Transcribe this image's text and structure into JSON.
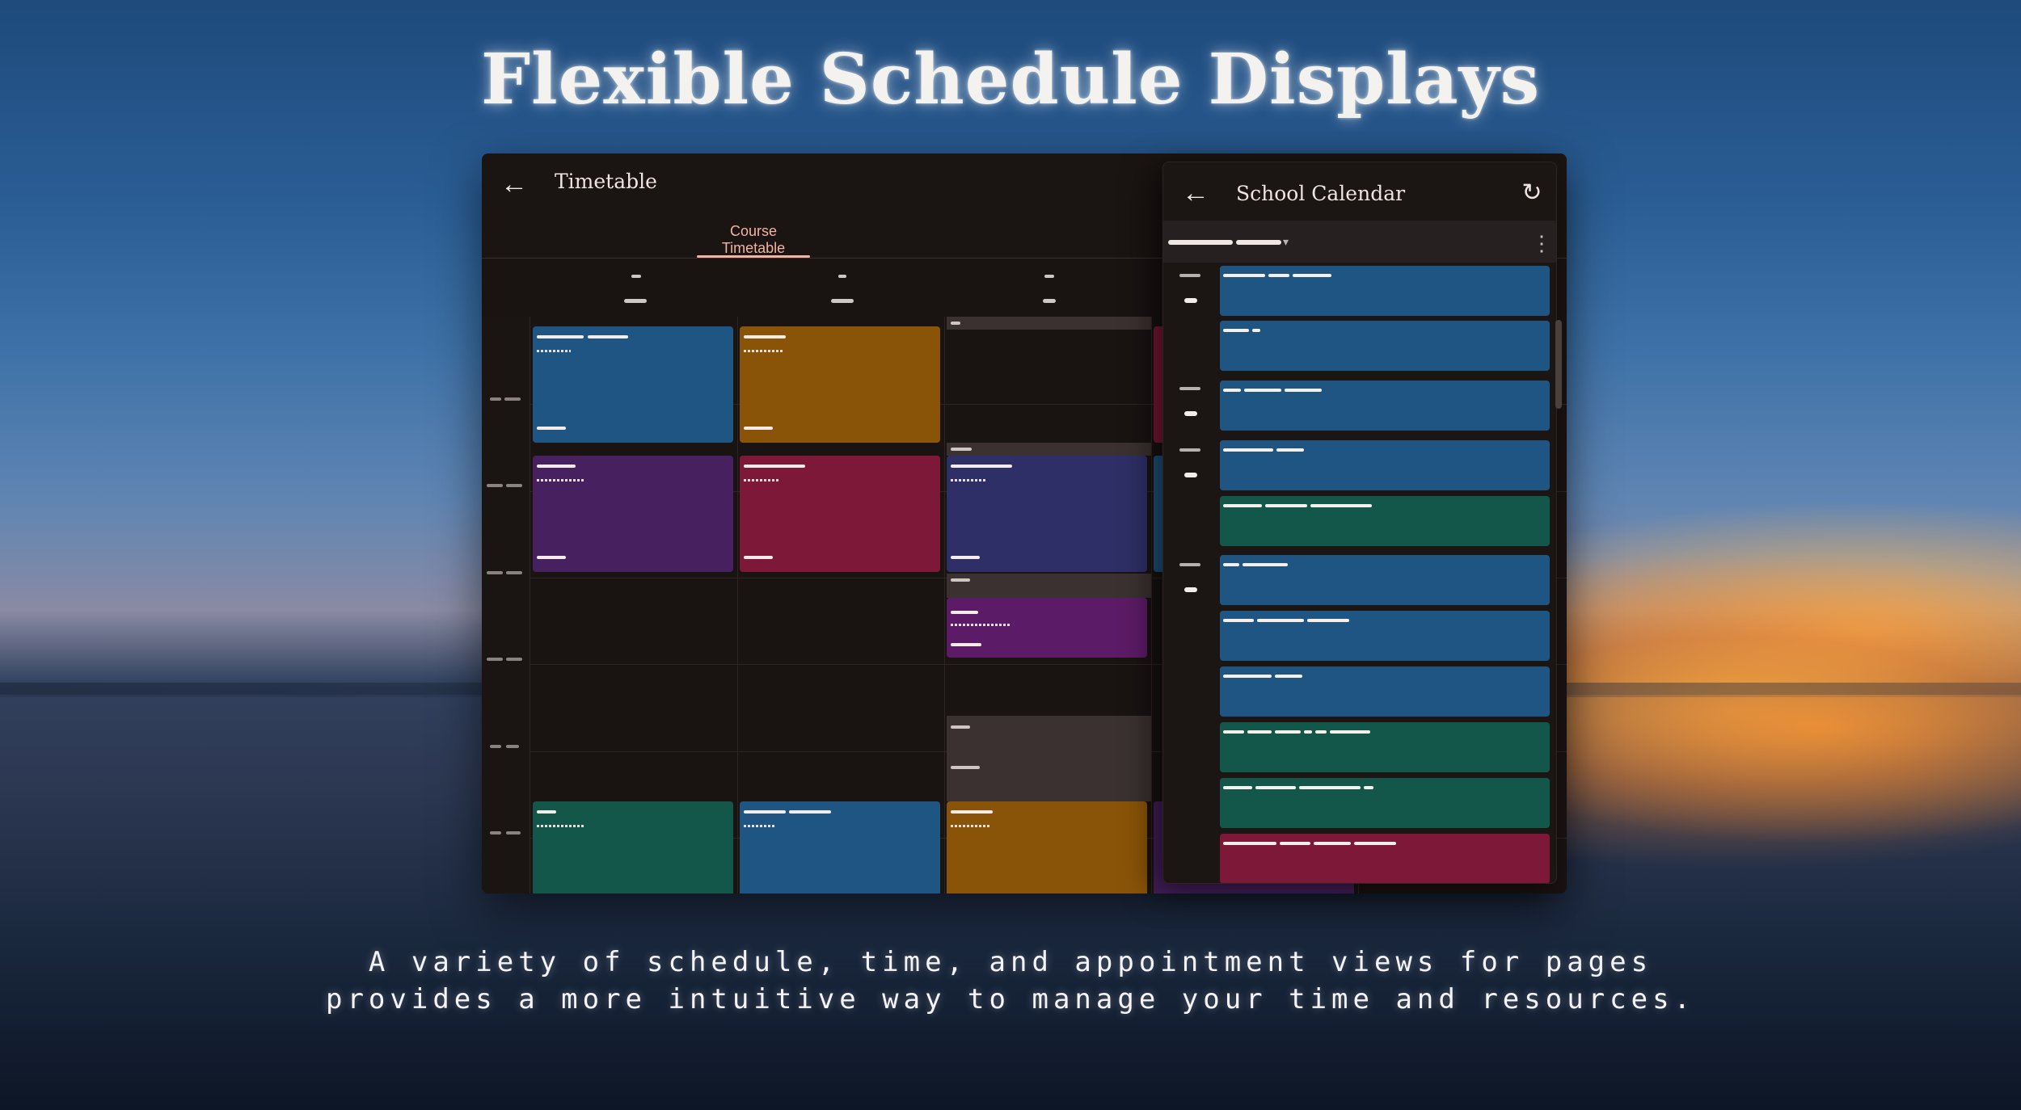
{
  "headline": "Flexible Schedule Displays",
  "tagline": {
    "line1": "A variety of schedule, time, and appointment views for pages",
    "line2": "provides a more intuitive way to manage your time and resources."
  },
  "colors": {
    "blue": "#1f5582",
    "orange": "#8a5408",
    "purple": "#46205f",
    "crimson": "#7e1838",
    "indigo": "#2d2f66",
    "violet": "#5c1b66",
    "teal": "#13574a",
    "tab_accent": "#f2b3a2"
  },
  "timetable": {
    "back_icon": "arrow-left-icon",
    "title": "Timetable",
    "tab_label": "Course Timetable"
  },
  "school_calendar": {
    "back_icon": "arrow-left-icon",
    "title": "School Calendar",
    "refresh_icon": "refresh-icon",
    "more_icon": "more-vert-icon"
  }
}
